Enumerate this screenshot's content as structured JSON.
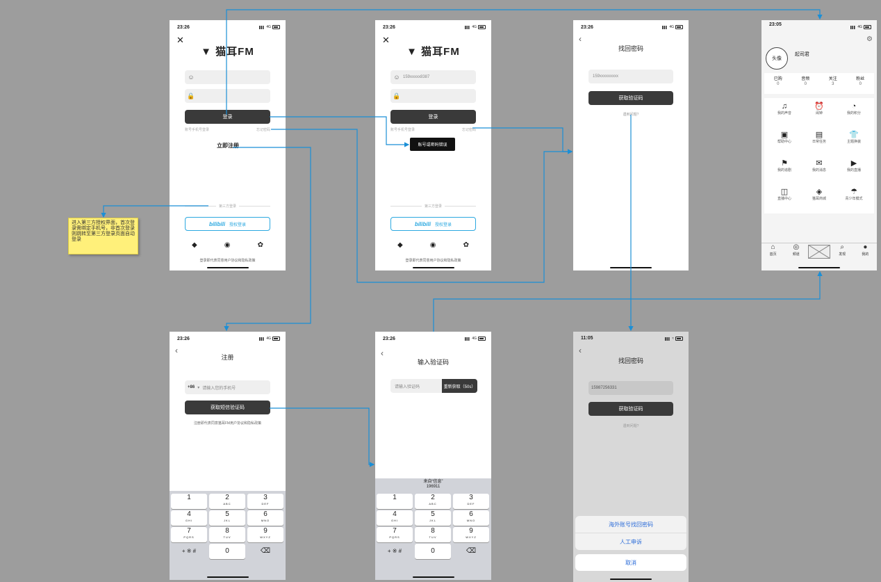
{
  "status": {
    "time_a": "23:26",
    "time_b": "23:05",
    "time_c": "11:05",
    "net": "4G"
  },
  "login": {
    "logo": "猫耳FM",
    "account_placeholder": "",
    "phone_value": "159xxxxx8387",
    "login_label": "登录",
    "forgot_left": "账号手机号登录",
    "forgot_right": "忘记密码",
    "register_label": "立即注册",
    "third_party": "第三方登录",
    "bili_brand": "bilibili",
    "bili_label": "授权登录",
    "agreement": "登录即代表同意用户协议和隐私政策",
    "tooltip": "账号或密码错误"
  },
  "sticky_note": "进入第三方授权界面，首次登录需绑定手机号，非首次登录则跳转至第三方登录页面自动登录",
  "find_pwd": {
    "title": "找回密码",
    "phone_placeholder": "159xxxxxxxxx",
    "get_code": "获取验证码",
    "problem": "遇到问题?"
  },
  "find_pwd2": {
    "title": "找回密码",
    "phone_value": "15987256331",
    "get_code": "获取验证码",
    "problem": "遇到问题?",
    "sheet_1": "海外账号找回密码",
    "sheet_2": "人工申诉",
    "cancel": "取消"
  },
  "register": {
    "title": "注册",
    "country_code": "+86",
    "phone_placeholder": "请输入您的手机号",
    "get_code": "获取短信验证码",
    "agreement": "注册即代表同意猫耳FM用户协议和隐私政策"
  },
  "verify": {
    "title": "输入验证码",
    "code_placeholder": "请输入验证码",
    "resend": "重新获取（50s）",
    "suggest_from": "来自“信息”",
    "suggest_code": "196911"
  },
  "keypad": [
    {
      "n": "1",
      "l": ""
    },
    {
      "n": "2",
      "l": "ABC"
    },
    {
      "n": "3",
      "l": "DEF"
    },
    {
      "n": "4",
      "l": "GHI"
    },
    {
      "n": "5",
      "l": "JKL"
    },
    {
      "n": "6",
      "l": "MNO"
    },
    {
      "n": "7",
      "l": "PQRS"
    },
    {
      "n": "8",
      "l": "TUV"
    },
    {
      "n": "9",
      "l": "WXYZ"
    },
    {
      "n": "0",
      "l": ""
    }
  ],
  "keypad_sym": "+ ※ #",
  "profile": {
    "avatar": "头像",
    "name": "起司君",
    "stats": [
      {
        "label": "已购",
        "value": "0"
      },
      {
        "label": "音频",
        "value": "0"
      },
      {
        "label": "关注",
        "value": "3"
      },
      {
        "label": "粉丝",
        "value": "0"
      }
    ],
    "menu": [
      {
        "label": "我的声音",
        "icon": "♫"
      },
      {
        "label": "闹钟",
        "icon": "⏰"
      },
      {
        "label": "我的积分",
        "icon": "◔"
      },
      {
        "label": "帮助中心",
        "icon": "▣"
      },
      {
        "label": "日常任务",
        "icon": "▤"
      },
      {
        "label": "主题换装",
        "icon": "👕"
      },
      {
        "label": "我的追剧",
        "icon": "⚑"
      },
      {
        "label": "我的消息",
        "icon": "✉"
      },
      {
        "label": "我的直播",
        "icon": "▶"
      },
      {
        "label": "直播中心",
        "icon": "◫"
      },
      {
        "label": "猫耳商城",
        "icon": "◈"
      },
      {
        "label": "青少年模式",
        "icon": "☂"
      }
    ],
    "tabs": [
      {
        "label": "首页",
        "icon": "⌂"
      },
      {
        "label": "频道",
        "icon": "◎"
      },
      {
        "label": "",
        "icon": ""
      },
      {
        "label": "发现",
        "icon": "⌕"
      },
      {
        "label": "我的",
        "icon": "●"
      }
    ]
  }
}
